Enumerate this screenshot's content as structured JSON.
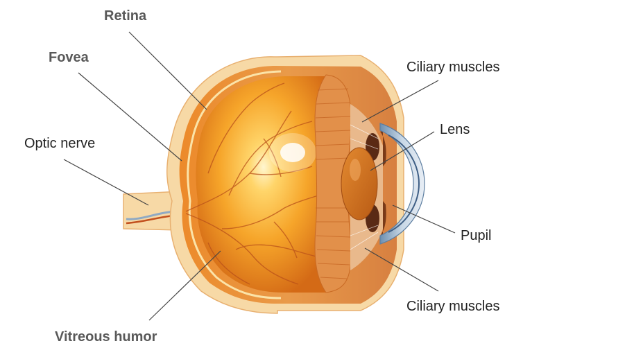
{
  "diagram": {
    "labels": {
      "retina": "Retina",
      "fovea": "Fovea",
      "optic_nerve": "Optic nerve",
      "vitreous_humor": "Vitreous humor",
      "ciliary_muscles_top": "Ciliary muscles",
      "lens": "Lens",
      "pupil": "Pupil",
      "ciliary_muscles_bottom": "Ciliary muscles"
    },
    "colors": {
      "sclera": "#f7d9a6",
      "outer_rim": "#e8a64a",
      "choroid": "#c8641a",
      "vitreous_light": "#ffe08a",
      "vitreous_mid": "#f6a72a",
      "vitreous_dark": "#d8731a",
      "vessels": "#b9501a",
      "lens": "#d0701e",
      "cornea": "#b8cce0",
      "leader_line": "#444444"
    }
  }
}
